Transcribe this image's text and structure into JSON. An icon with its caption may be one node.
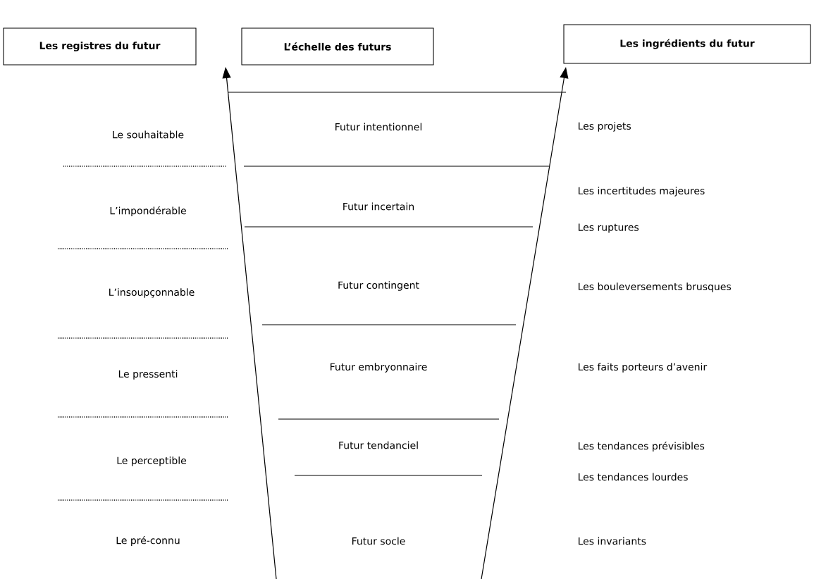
{
  "diagram": {
    "nodes": [
      {
        "text": [
          "Les registres du futur"
        ]
      },
      {
        "text": [
          "L’échelle des futurs"
        ]
      },
      {
        "text": [
          "Les ingrédients du futur"
        ]
      }
    ],
    "labels": [
      "Le souhaitable",
      "Futur intentionnel",
      "Les projets",
      "Les incertitudes majeures",
      "L’impondérable",
      "Futur incertain",
      "Les ruptures",
      "L’insoupçonnable",
      "Futur contingent",
      "Les bouleversements brusques",
      "Le pressenti",
      "Futur embryonnaire",
      "Les faits porteurs d’avenir",
      "Futur tendanciel",
      "Les tendances prévisibles",
      "Le perceptible",
      "Les tendances lourdes",
      "Le pré-connu",
      "Futur socle",
      "Les invariants"
    ]
  }
}
